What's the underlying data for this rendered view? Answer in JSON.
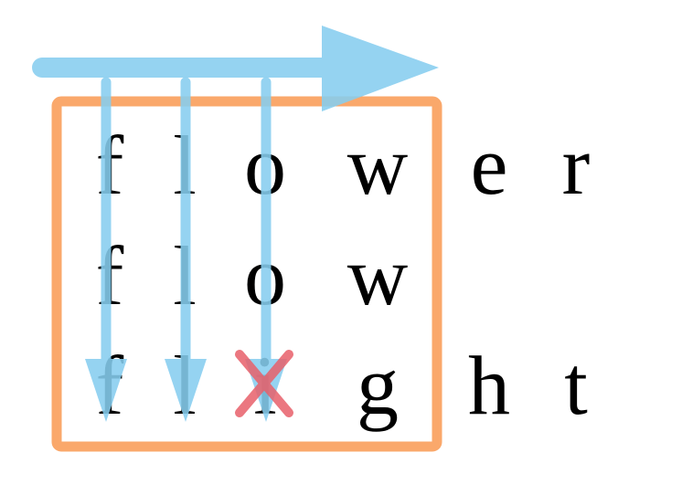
{
  "words": [
    "flower",
    "flow",
    "flight"
  ],
  "grid": [
    [
      "f",
      "l",
      "o",
      "w",
      "e",
      "r"
    ],
    [
      "f",
      "l",
      "o",
      "w",
      "",
      ""
    ],
    [
      "f",
      "l",
      "i",
      "g",
      "h",
      "t"
    ]
  ],
  "colors": {
    "arrow": "#87CEF0",
    "box": "#FAA86B",
    "mismatch": "#E8606A",
    "text": "#000000"
  },
  "icons": {
    "horizontal_arrow": "arrow-right-icon",
    "column_arrows": "arrow-down-icon",
    "mismatch_mark": "x-mark-icon"
  }
}
